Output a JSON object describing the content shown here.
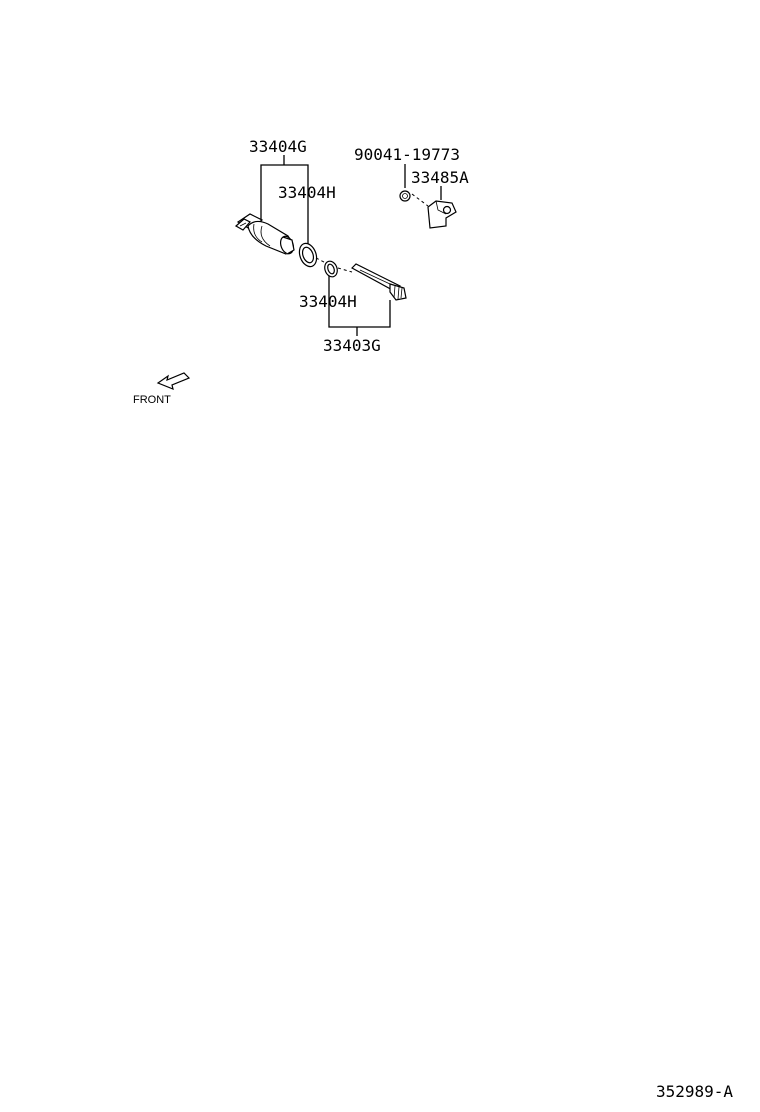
{
  "diagram": {
    "labels": {
      "driven_gear_sub_assy": "33404G",
      "o_ring_upper": "33404H",
      "bolt": "90041-19773",
      "clamp": "33485A",
      "o_ring_lower": "33404H",
      "shaft_sub_assy": "33403G"
    },
    "front_label": "FRONT",
    "illustration_code": "352989-A"
  }
}
